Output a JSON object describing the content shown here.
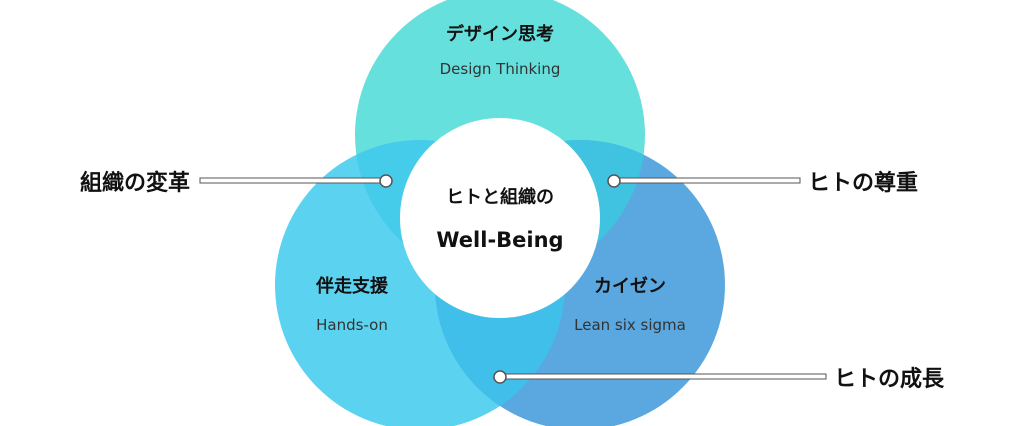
{
  "colors": {
    "top_circle": "#66E0DC",
    "left_circle": "#5BD3F0",
    "right_circle": "#5AA8DF",
    "overlap_top_left": "#45CCEB",
    "overlap_top_right": "#3FC3E0",
    "overlap_left_right": "#3FBFEA",
    "center": "#FFFFFF",
    "text": "#111111"
  },
  "circles": {
    "top": {
      "title": "デザイン思考",
      "subtitle": "Design Thinking"
    },
    "left": {
      "title": "伴走支援",
      "subtitle": "Hands-on"
    },
    "right": {
      "title": "カイゼン",
      "subtitle": "Lean six sigma"
    }
  },
  "center": {
    "line1": "ヒトと組織の",
    "line2": "Well-Being"
  },
  "callouts": {
    "left": "組織の変革",
    "right_top": "ヒトの尊重",
    "right_bottom": "ヒトの成長"
  }
}
